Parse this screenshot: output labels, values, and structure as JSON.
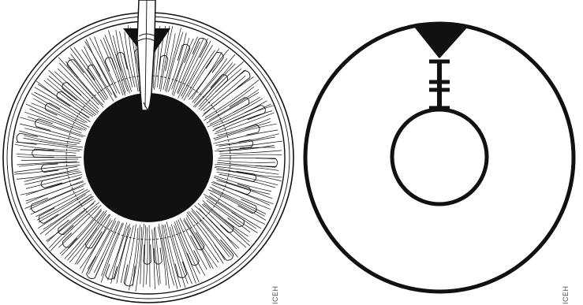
{
  "figures": [
    {
      "name": "iris-pupil-illustration",
      "credit": "ICEH"
    },
    {
      "name": "iris-schematic",
      "credit": "ICEH"
    }
  ],
  "colors": {
    "ink": "#111111",
    "background": "#ffffff"
  }
}
